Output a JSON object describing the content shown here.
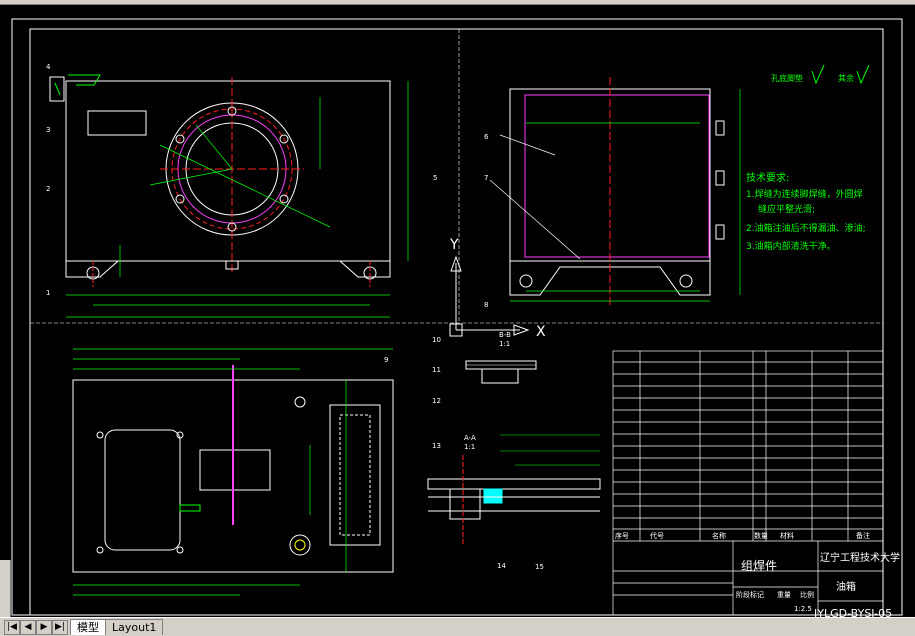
{
  "tabs": {
    "model": "模型",
    "layout1": "Layout1"
  },
  "nav": {
    "first": "|◀",
    "prev": "◀",
    "next": "▶",
    "last": "▶|"
  },
  "symbols": {
    "hole_label": "孔底脚垫",
    "other_label": "其余"
  },
  "tech": {
    "heading": "技术要求:",
    "line1": "1.焊缝为连续脚焊缝，外圆焊",
    "line1b": "缝应平整光滑;",
    "line2": "2.油箱注油后不得漏油、渗油;",
    "line3": "3.油箱内部清洗干净。"
  },
  "axis": {
    "y": "Y",
    "x": "X"
  },
  "section": {
    "bb": "B-B",
    "bb_scale": "1:1",
    "aa": "A-A",
    "aa_scale": "1:1"
  },
  "balloons": [
    "1",
    "2",
    "3",
    "4",
    "5",
    "6",
    "7",
    "8",
    "9",
    "10",
    "11",
    "12",
    "13",
    "14",
    "15"
  ],
  "title_block": {
    "assembly": "组焊件",
    "school": "辽宁工程技术大学",
    "part": "油箱",
    "drawing_no": "JYLGD-BYSJ-05",
    "scale": "1:2.5",
    "header_seq": "序号",
    "header_code": "代号",
    "header_name": "名称",
    "header_qty": "数量",
    "header_mat": "材料",
    "header_note": "备注",
    "weight_row": "阶段标记",
    "weight": "重量",
    "ratio": "比例"
  },
  "colors": {
    "white": "#ffffff",
    "green": "#00ff00",
    "red": "#ff2020",
    "magenta": "#ff40ff",
    "cyan": "#00ffff",
    "yellow": "#ffff00"
  }
}
